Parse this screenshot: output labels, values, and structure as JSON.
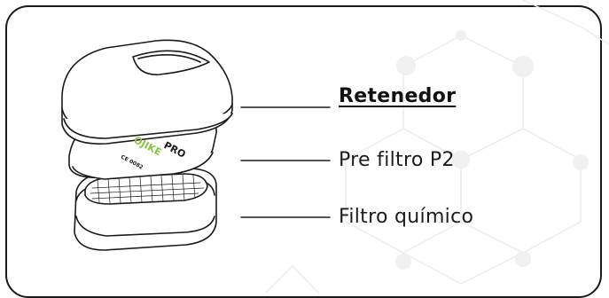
{
  "parts": [
    {
      "label": "Retenedor",
      "active": true
    },
    {
      "label": "Pre filtro P2",
      "active": false
    },
    {
      "label": "Filtro químico",
      "active": false
    }
  ],
  "prefilter_print": {
    "brand": "PRO",
    "code": "OJIKE",
    "mark": "CE 0082"
  },
  "colors": {
    "outline": "#1a1a1a",
    "label_text": "#1c1c1c",
    "hex_pattern": "#ececec",
    "print_green": "#8ac43f"
  }
}
